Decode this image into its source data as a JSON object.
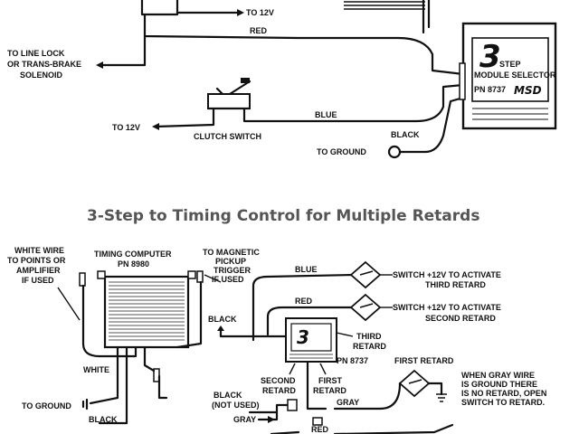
{
  "top_diagram": {
    "to_12v_top": "TO 12V",
    "red": "RED",
    "line_lock_1": "TO LINE LOCK",
    "line_lock_2": "OR TRANS-BRAKE",
    "line_lock_3": "SOLENOID",
    "blue": "BLUE",
    "to_12v_left": "TO 12V",
    "clutch_switch": "CLUTCH SWITCH",
    "black": "BLACK",
    "to_ground": "TO GROUND",
    "module_step": "STEP",
    "module_selector": "MODULE SELECTOR",
    "module_pn": "PN 8737",
    "module_brand": "MSD"
  },
  "section_title": "3-Step to Timing Control for Multiple Retards",
  "bottom_diagram": {
    "white_wire_1": "WHITE WIRE",
    "white_wire_2": "TO POINTS OR",
    "white_wire_3": "AMPLIFIER",
    "white_wire_4": "IF USED",
    "timing_computer_1": "TIMING COMPUTER",
    "timing_computer_2": "PN 8980",
    "magnetic_1": "TO MAGNETIC",
    "magnetic_2": "PICKUP",
    "magnetic_3": "TRIGGER",
    "magnetic_4": "IF USED",
    "blue": "BLUE",
    "switch_third_1": "SWITCH +12V TO ACTIVATE",
    "switch_third_2": "THIRD RETARD",
    "red": "RED",
    "switch_second_1": "SWITCH +12V TO ACTIVATE",
    "switch_second_2": "SECOND RETARD",
    "black_top": "BLACK",
    "third_retard_1": "THIRD",
    "third_retard_2": "RETARD",
    "module_pn": "PN 8737",
    "first_retard": "FIRST RETARD",
    "white": "WHITE",
    "second_retard_1": "SECOND",
    "second_retard_2": "RETARD",
    "first_1": "FIRST",
    "first_2": "RETARD",
    "gray_note_1": "WHEN GRAY WIRE",
    "gray_note_2": "IS GROUND THERE",
    "gray_note_3": "IS NO RETARD, OPEN",
    "gray_note_4": "SWITCH TO RETARD.",
    "black_not_used_1": "BLACK",
    "black_not_used_2": "(NOT USED)",
    "to_ground": "TO GROUND",
    "black_bottom": "BLACK",
    "gray_1": "GRAY",
    "gray_2": "GRAY",
    "red_bottom": "RED"
  }
}
